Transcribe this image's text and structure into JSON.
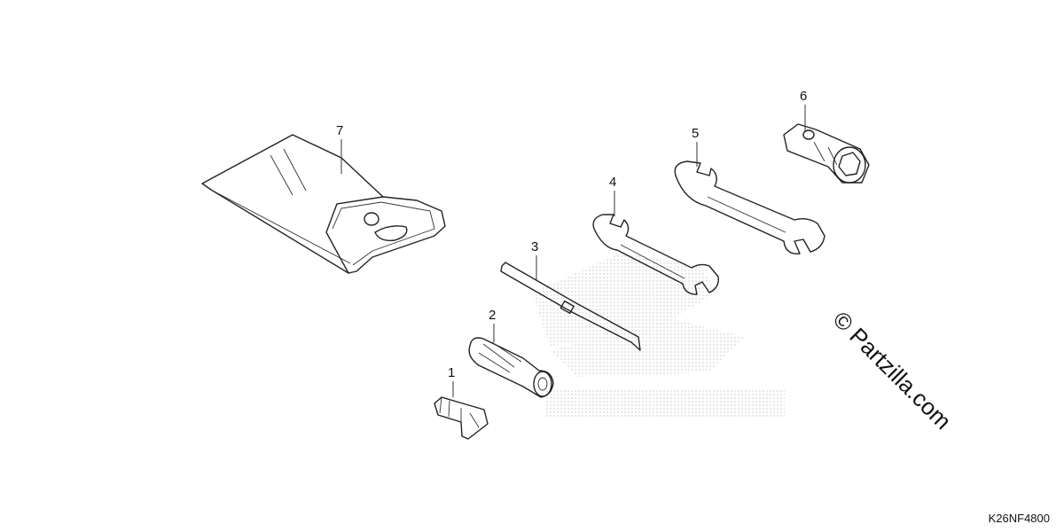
{
  "callouts": [
    "1",
    "2",
    "3",
    "4",
    "5",
    "6",
    "7"
  ],
  "watermark_text": "© Partzilla.com",
  "figure_code": "K26NF4800"
}
